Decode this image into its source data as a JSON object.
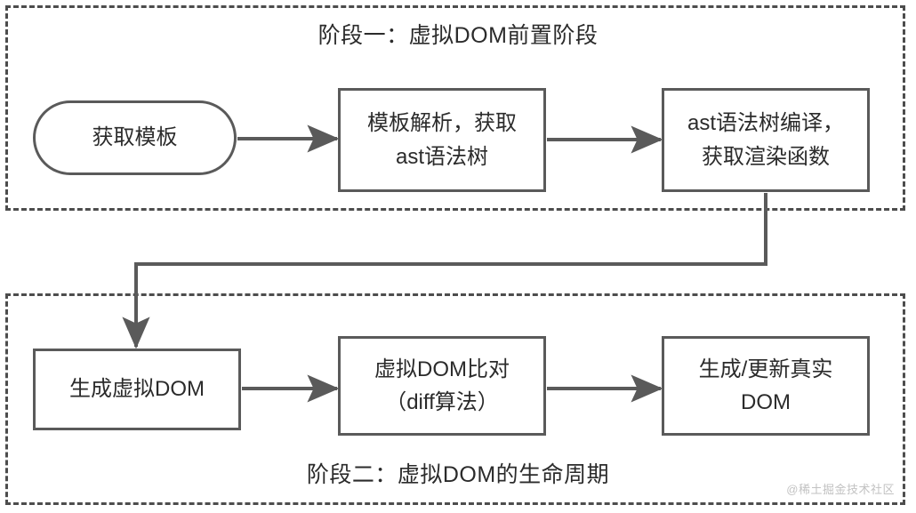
{
  "diagram": {
    "title_phase_one": "阶段一：虚拟DOM前置阶段",
    "title_phase_two": "阶段二：虚拟DOM的生命周期",
    "watermark": "@稀土掘金技术社区",
    "colors": {
      "stroke": "#5a5a5a",
      "dashed_border": "#4d4d4d",
      "text": "#2b2b2b",
      "background": "#ffffff",
      "watermark": "#c2c2c2"
    },
    "nodes": {
      "get_template": {
        "lines": [
          "获取模板"
        ],
        "shape": "rounded-rect"
      },
      "parse_template": {
        "lines": [
          "模板解析，获取",
          "ast语法树"
        ],
        "shape": "rect"
      },
      "compile_ast": {
        "lines": [
          "ast语法树编译，",
          "获取渲染函数"
        ],
        "shape": "rect"
      },
      "create_vdom": {
        "lines": [
          "生成虚拟DOM"
        ],
        "shape": "rect"
      },
      "diff_vdom": {
        "lines": [
          "虚拟DOM比对",
          "（diff算法）"
        ],
        "shape": "rect"
      },
      "update_dom": {
        "lines": [
          "生成/更新真实",
          "DOM"
        ],
        "shape": "rect"
      }
    },
    "edges": [
      {
        "from": "get_template",
        "to": "parse_template",
        "style": "straight-arrow"
      },
      {
        "from": "parse_template",
        "to": "compile_ast",
        "style": "straight-arrow"
      },
      {
        "from": "compile_ast",
        "to": "create_vdom",
        "style": "elbow-arrow"
      },
      {
        "from": "create_vdom",
        "to": "diff_vdom",
        "style": "straight-arrow"
      },
      {
        "from": "diff_vdom",
        "to": "update_dom",
        "style": "straight-arrow"
      }
    ]
  }
}
